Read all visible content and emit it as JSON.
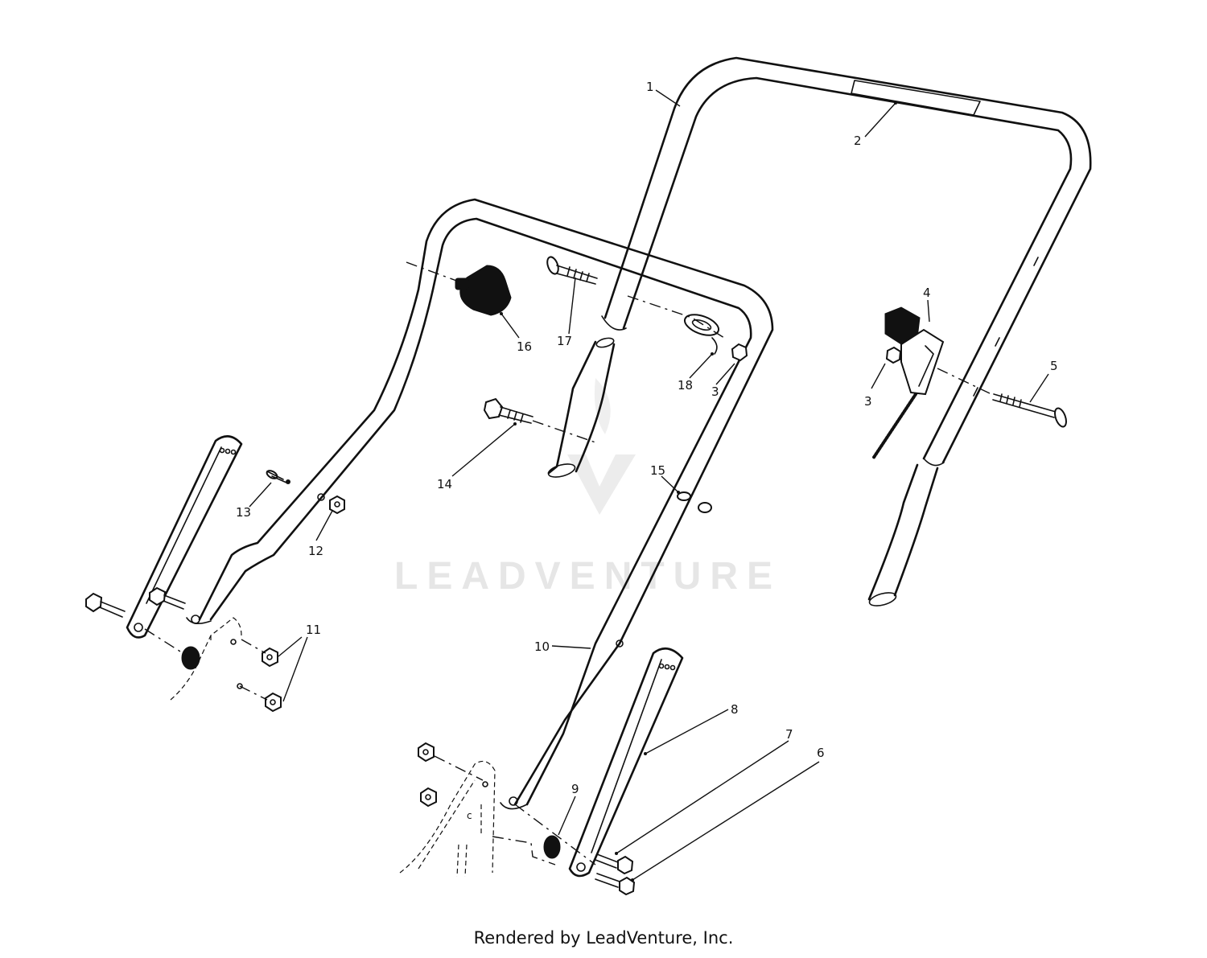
{
  "watermark": "LEADVENTURE",
  "footer": "Rendered by LeadVenture, Inc.",
  "callouts": {
    "c1": "1",
    "c2": "2",
    "c3a": "3",
    "c3b": "3",
    "c4": "4",
    "c5": "5",
    "c6": "6",
    "c7": "7",
    "c8": "8",
    "c9": "9",
    "c10": "10",
    "c11": "11",
    "c12": "12",
    "c13": "13",
    "c14": "14",
    "c15": "15",
    "c16": "16",
    "c17": "17",
    "c18": "18"
  }
}
